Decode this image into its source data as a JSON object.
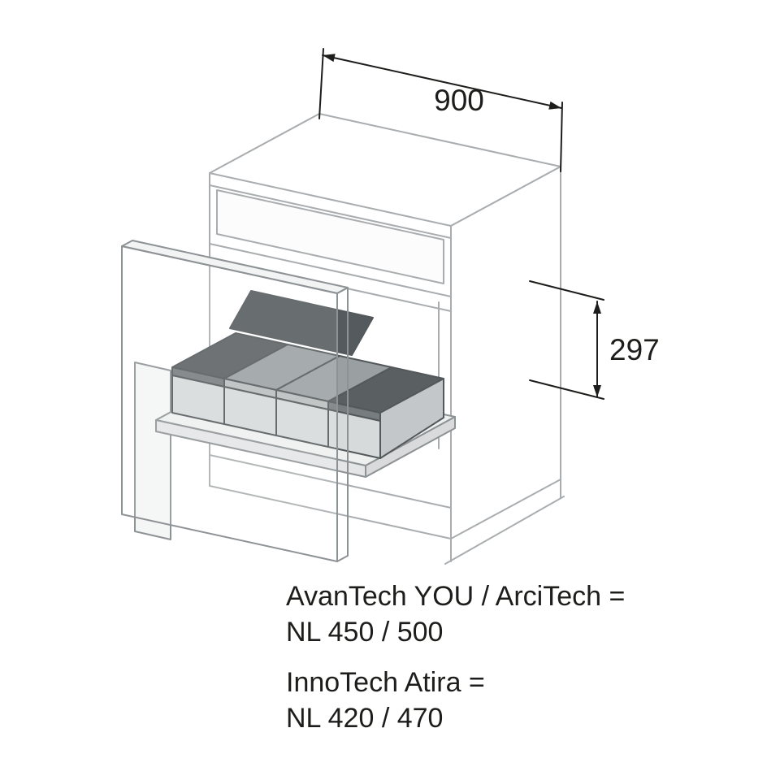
{
  "drawing": {
    "title": "cabinet-pullout-waste-bin-technical-drawing",
    "dimensions": {
      "width": "900",
      "front_height": "297"
    },
    "notes": {
      "group1_line1": "AvanTech YOU / ArciTech =",
      "group1_line2": "NL 450 / 500",
      "group2_line1": "InnoTech Atira =",
      "group2_line2": "NL 420 / 470"
    },
    "colors": {
      "cabinet_line": "#a9adaf",
      "pullout_line": "#8d9295",
      "bin_line": "#53585b",
      "bin_lid_dark": "#5a5f62",
      "bin_lid_light": "#9aa0a2",
      "bin_body": "#d7dadb",
      "dimension_line": "#1d1d1b",
      "text": "#1d1d1b"
    }
  }
}
